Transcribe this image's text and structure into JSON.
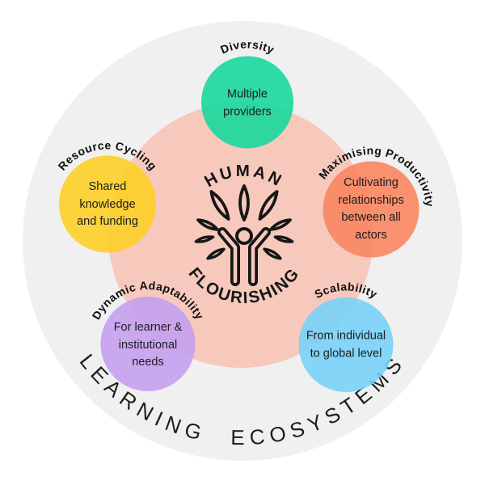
{
  "title": "Learning Ecosystems diagram",
  "outer_ring": {
    "label": "LEARNING ECOSYSTEMS",
    "color": "#f0f0f0"
  },
  "center": {
    "arc_top": "HUMAN",
    "arc_bottom": "FLOURISHING",
    "icon": "tree-person-icon",
    "circle_color": "#f6c9bc"
  },
  "satellites": [
    {
      "id": "diversity",
      "label": "Diversity",
      "text": "Multiple\nproviders",
      "color": "#18d79c"
    },
    {
      "id": "resource-cycling",
      "label": "Resource Cycling",
      "text": "Shared\nknowledge\nand funding",
      "color": "#fdcf27"
    },
    {
      "id": "maximising-productivity",
      "label": "Maximising Productivity",
      "text": "Cultivating\nrelationships\nbetween all\nactors",
      "color": "#f98660"
    },
    {
      "id": "dynamic-adaptability",
      "label": "Dynamic Adaptability",
      "text": "For learner &\ninstitutional\nneeds",
      "color": "#c5a0f0"
    },
    {
      "id": "scalability",
      "label": "Scalability",
      "text": "From individual\nto global level",
      "color": "#78d2f7"
    }
  ]
}
